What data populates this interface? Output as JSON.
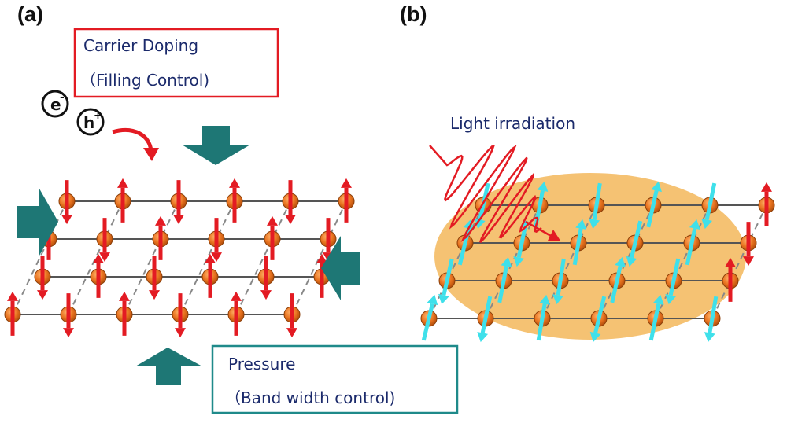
{
  "panel_a": {
    "label": "(a)",
    "doping_box": {
      "line1": "Carrier Doping",
      "line2": "（Filling Control)",
      "border_color": "#e31b23"
    },
    "electron_symbol": "e",
    "electron_sign": "-",
    "hole_symbol": "h",
    "hole_sign": "+",
    "pressure_box": {
      "line1": "Pressure",
      "line2": "（Band width control)",
      "border_color": "#1f8a8a"
    },
    "spin_color": "#e31b23"
  },
  "panel_b": {
    "label": "(b)",
    "light_label": "Light irradiation",
    "light_wave_color": "#e31b23",
    "excited_region_color": "#f3b75a",
    "spin_color_excited": "#3fe0ea",
    "spin_color_unexcited": "#e31b23"
  },
  "colors": {
    "atom": "#e8731f",
    "pressure_arrow": "#1e7775",
    "lattice": "#555555",
    "text": "#1b2a6b"
  }
}
